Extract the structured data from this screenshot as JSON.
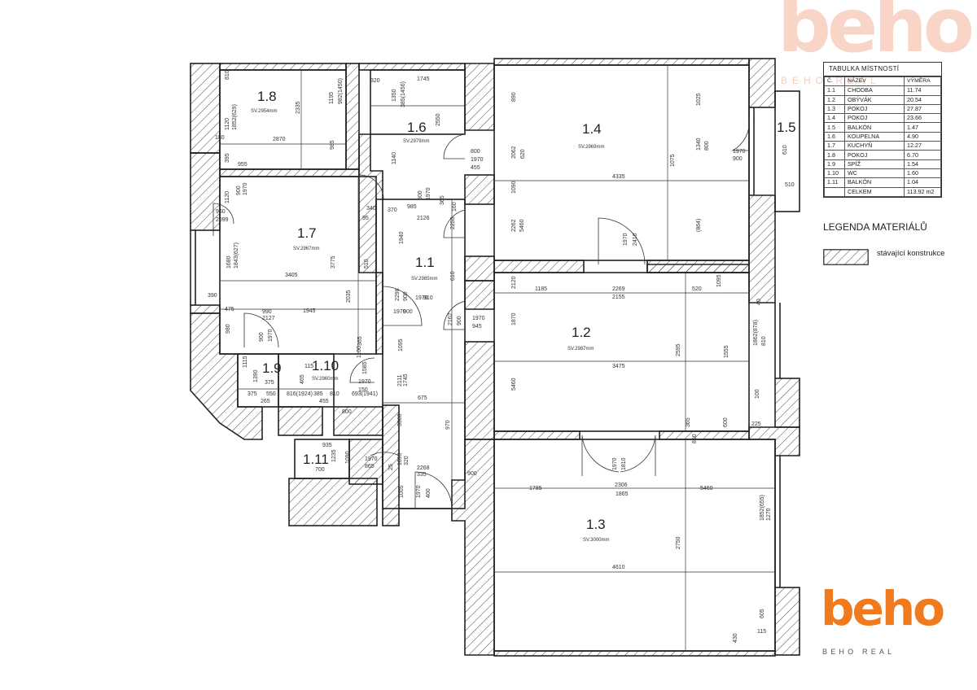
{
  "rooms": [
    {
      "id": "1.1",
      "sv": "SV.2985mm"
    },
    {
      "id": "1.2",
      "sv": "SV.2987mm"
    },
    {
      "id": "1.3",
      "sv": "SV.3000mm"
    },
    {
      "id": "1.4",
      "sv": "SV.2969mm"
    },
    {
      "id": "1.5",
      "sv": ""
    },
    {
      "id": "1.6",
      "sv": "SV.2979mm"
    },
    {
      "id": "1.7",
      "sv": "SV.2967mm"
    },
    {
      "id": "1.8",
      "sv": "SV.2954mm"
    },
    {
      "id": "1.9",
      "sv": ""
    },
    {
      "id": "1.10",
      "sv": "SV.2960mm"
    },
    {
      "id": "1.11",
      "sv": ""
    }
  ],
  "dimensions": [
    "810",
    "1120",
    "1852(629)",
    "2335",
    "1195",
    "982(1450)",
    "2870",
    "985",
    "180",
    "395",
    "955",
    "1120",
    "900",
    "1970",
    "960",
    "2099",
    "1680",
    "1843(627)",
    "3405",
    "3775",
    "510",
    "2035",
    "390",
    "475",
    "990",
    "2127",
    "1945",
    "980",
    "900",
    "1970",
    "365",
    "320",
    "1745",
    "1350",
    "385(1456)",
    "2550",
    "1140",
    "800",
    "1970",
    "455",
    "370",
    "985",
    "2126",
    "900",
    "1970",
    "340",
    "95",
    "1940",
    "900",
    "1970",
    "2255",
    "365",
    "160",
    "2298",
    "900",
    "1970",
    "910",
    "610",
    "1095",
    "2162",
    "900",
    "1970",
    "945",
    "2111",
    "1745",
    "675",
    "3360",
    "970",
    "935",
    "1235",
    "700",
    "1970",
    "865",
    "1090",
    "2268",
    "335",
    "900",
    "1970",
    "400",
    "1005",
    "1690",
    "320",
    "25",
    "1115",
    "1390",
    "375",
    "115",
    "465",
    "375",
    "550",
    "816(1924)",
    "265",
    "385",
    "810",
    "693(1941)",
    "455",
    "800",
    "1970",
    "150",
    "1100",
    "1585",
    "890",
    "2062",
    "620",
    "1090",
    "2262",
    "5460",
    "4335",
    "1075",
    "1025",
    "1340",
    "(864)",
    "800",
    "1970",
    "900",
    "1970",
    "2410",
    "610",
    "510",
    "2120",
    "1185",
    "2269",
    "2155",
    "520",
    "1095",
    "1870",
    "5460",
    "3475",
    "2595",
    "1555",
    "1862(878)",
    "810",
    "100",
    "365",
    "600",
    "225",
    "40",
    "800",
    "1970",
    "1810",
    "1785",
    "2306",
    "1865",
    "5460",
    "4610",
    "2750",
    "1852(655)",
    "1270",
    "605",
    "115",
    "430"
  ],
  "table": {
    "title": "TABULKA MÍSTNOSTÍ",
    "headers": [
      "Č.",
      "NÁZEV",
      "VÝMĚRA"
    ],
    "rows": [
      [
        "1.1",
        "CHODBA",
        "11.74"
      ],
      [
        "1.2",
        "OBÝVÁK",
        "20.54"
      ],
      [
        "1.3",
        "POKOJ",
        "27.87"
      ],
      [
        "1.4",
        "POKOJ",
        "23.66"
      ],
      [
        "1.5",
        "BALKÓN",
        "1.47"
      ],
      [
        "1.6",
        "KOUPELNA",
        "4.90"
      ],
      [
        "1.7",
        "KUCHYŇ",
        "12.27"
      ],
      [
        "1.8",
        "POKOJ",
        "6.70"
      ],
      [
        "1.9",
        "SPÍŽ",
        "1.54"
      ],
      [
        "1.10",
        "WC",
        "1.60"
      ],
      [
        "1.11",
        "BALKÓN",
        "1.04"
      ]
    ],
    "total": [
      "",
      "CELKEM",
      "113.92 m2"
    ]
  },
  "legend": {
    "title": "LEGENDA MATERIÁLŮ",
    "items": [
      {
        "label": "stávající konstrukce"
      }
    ]
  },
  "logos": {
    "top": {
      "word": "beho",
      "sub": "BEHO REAL"
    },
    "bottom": {
      "word": "beho",
      "sub": "BEHO REAL"
    }
  }
}
